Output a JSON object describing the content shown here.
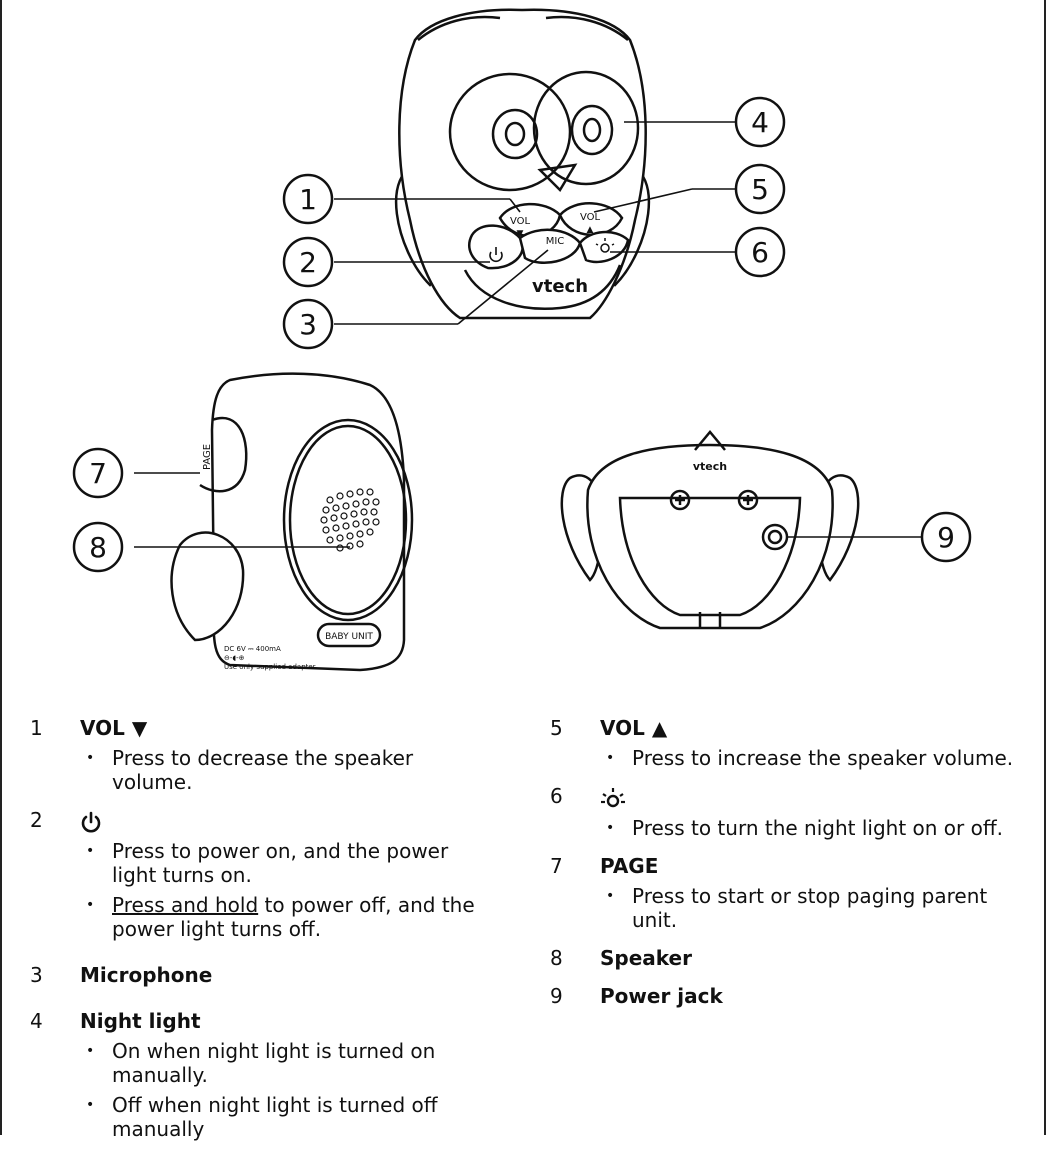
{
  "front_unit": {
    "buttons": {
      "vol_down_label": "VOL",
      "vol_down_symbol": "▼",
      "vol_up_label": "VOL",
      "vol_up_symbol": "▲",
      "mic_label": "MIC",
      "brand": "vtech"
    }
  },
  "side_unit": {
    "page_label": "PAGE",
    "baby_unit_label": "BABY UNIT",
    "rating_line1": "DC 6V ⎓ 400mA",
    "rating_line2": "⊖-◖-⊕",
    "rating_line3": "Use only supplied adapter"
  },
  "bottom_unit": {
    "brand": "vtech"
  },
  "callouts": [
    "1",
    "2",
    "3",
    "4",
    "5",
    "6",
    "7",
    "8",
    "9"
  ],
  "legend": {
    "items": [
      {
        "num": "1",
        "title": "VOL ▼",
        "bullets": [
          "Press to decrease the speaker volume."
        ]
      },
      {
        "num": "2",
        "title": "",
        "icon": "power-icon",
        "bullets": [
          "Press to power on, and the power light turns on.",
          "Press and hold",
          " to power off, and the power light turns off."
        ]
      },
      {
        "num": "3",
        "title": "Microphone",
        "bullets": []
      },
      {
        "num": "4",
        "title": "Night light",
        "bullets": [
          "On when night light is turned on manually.",
          "Off when night light is turned off manually"
        ]
      },
      {
        "num": "5",
        "title": "VOL ▲",
        "bullets": [
          "Press to increase the speaker volume."
        ]
      },
      {
        "num": "6",
        "title": "",
        "icon": "night-light-icon",
        "bullets": [
          "Press to turn the night light on or off."
        ]
      },
      {
        "num": "7",
        "title": "PAGE",
        "bullets": [
          "Press to start or stop paging parent unit."
        ]
      },
      {
        "num": "8",
        "title": "Speaker",
        "bullets": []
      },
      {
        "num": "9",
        "title": "Power jack",
        "bullets": []
      }
    ]
  }
}
